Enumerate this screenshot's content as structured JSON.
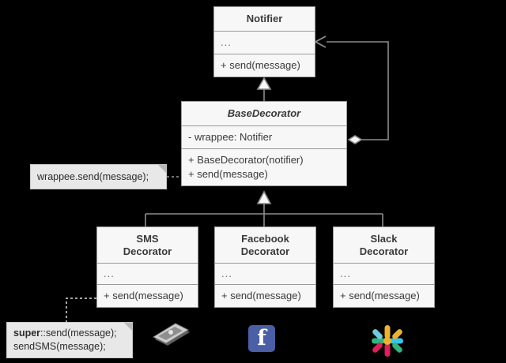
{
  "diagram": {
    "title": "Decorator pattern UML class diagram",
    "background_color": "#000000",
    "box_fill": "#f7f7f7",
    "box_border": "#9a9a9a",
    "note_fill": "#e8e8e8",
    "line_color": "#8c8c8c"
  },
  "classes": [
    {
      "id": "notifier",
      "name": "Notifier",
      "abstract": false,
      "attributes": [
        "..."
      ],
      "methods": [
        "+ send(message)"
      ]
    },
    {
      "id": "base-decorator",
      "name": "BaseDecorator",
      "abstract": true,
      "attributes": [
        "- wrappee: Notifier"
      ],
      "methods": [
        "+ BaseDecorator(notifier)",
        "+ send(message)"
      ]
    },
    {
      "id": "sms-decorator",
      "name_line1": "SMS",
      "name_line2": "Decorator",
      "abstract": false,
      "attributes": [
        "..."
      ],
      "methods": [
        "+ send(message)"
      ]
    },
    {
      "id": "facebook-decorator",
      "name_line1": "Facebook",
      "name_line2": "Decorator",
      "abstract": false,
      "attributes": [
        "..."
      ],
      "methods": [
        "+ send(message)"
      ]
    },
    {
      "id": "slack-decorator",
      "name_line1": "Slack",
      "name_line2": "Decorator",
      "abstract": false,
      "attributes": [
        "..."
      ],
      "methods": [
        "+ send(message)"
      ]
    }
  ],
  "notes": [
    {
      "id": "wrappee-note",
      "text": "wrappee.send(message);",
      "attached_to": "base-decorator.send"
    },
    {
      "id": "super-note",
      "line1_bold": "super",
      "line1_rest": "::send(message);",
      "line2": "sendSMS(message);",
      "attached_to": "sms-decorator.send"
    }
  ],
  "relations": [
    {
      "type": "generalization",
      "from": "base-decorator",
      "to": "notifier",
      "arrow": "hollow-triangle"
    },
    {
      "type": "generalization",
      "from": [
        "sms-decorator",
        "facebook-decorator",
        "slack-decorator"
      ],
      "to": "base-decorator",
      "arrow": "hollow-triangle"
    },
    {
      "type": "aggregation",
      "from": "base-decorator",
      "to": "notifier",
      "arrow": "open-arrow",
      "source_decoration": "hollow-diamond"
    },
    {
      "type": "note-link",
      "from": "wrappee-note",
      "to": "base-decorator",
      "style": "dashed"
    },
    {
      "type": "note-link",
      "from": "super-note",
      "to": "sms-decorator",
      "style": "dashed"
    }
  ],
  "icons": [
    {
      "id": "phone-icon",
      "label": "smartphone-icon",
      "colors": [
        "#d6d6d6",
        "#8e8e8e",
        "#5a5a5a"
      ]
    },
    {
      "id": "facebook-icon",
      "label": "facebook-icon",
      "glyph": "f",
      "color": "#4a5fa5"
    },
    {
      "id": "slack-icon",
      "label": "slack-icon",
      "colors": [
        "#2eb67d",
        "#ecb22e",
        "#e01e5a",
        "#36c5f0"
      ]
    }
  ]
}
